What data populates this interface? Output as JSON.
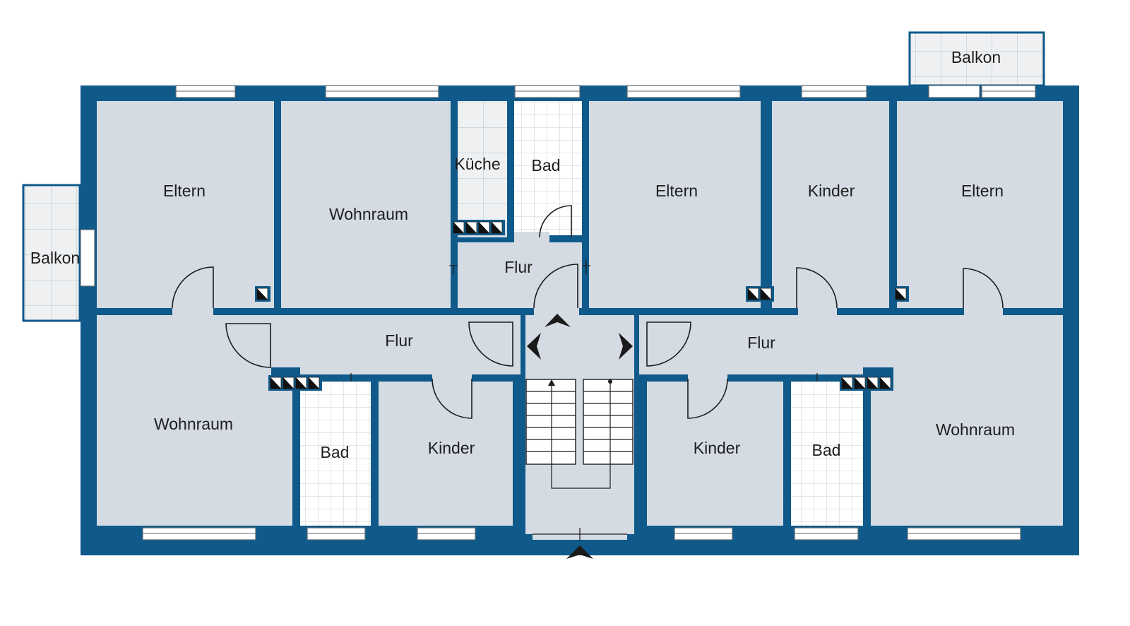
{
  "floor_plan": {
    "colors": {
      "wall": "#0f5a8a",
      "room_fill": "#d4dbe3",
      "tile_fill": "#ffffff",
      "label": "#1e1e1e"
    },
    "rooms": {
      "eltern_left": "Eltern",
      "wohnraum_top": "Wohnraum",
      "kueche": "Küche",
      "bad_top": "Bad",
      "flur_center": "Flur",
      "eltern_mid": "Eltern",
      "kinder_top": "Kinder",
      "eltern_right": "Eltern",
      "balkon_left": "Balkon",
      "balkon_top": "Balkon",
      "flur_left": "Flur",
      "flur_right": "Flur",
      "wohnraum_bottom_left": "Wohnraum",
      "bad_bottom_left": "Bad",
      "kinder_bottom_left": "Kinder",
      "kinder_bottom_right": "Kinder",
      "bad_bottom_right": "Bad",
      "wohnraum_bottom_right": "Wohnraum"
    },
    "icons": [
      "entrance-arrow-icon",
      "stair-direction-arrow-icon",
      "vent-shaft-icon",
      "door-swing-icon"
    ]
  }
}
